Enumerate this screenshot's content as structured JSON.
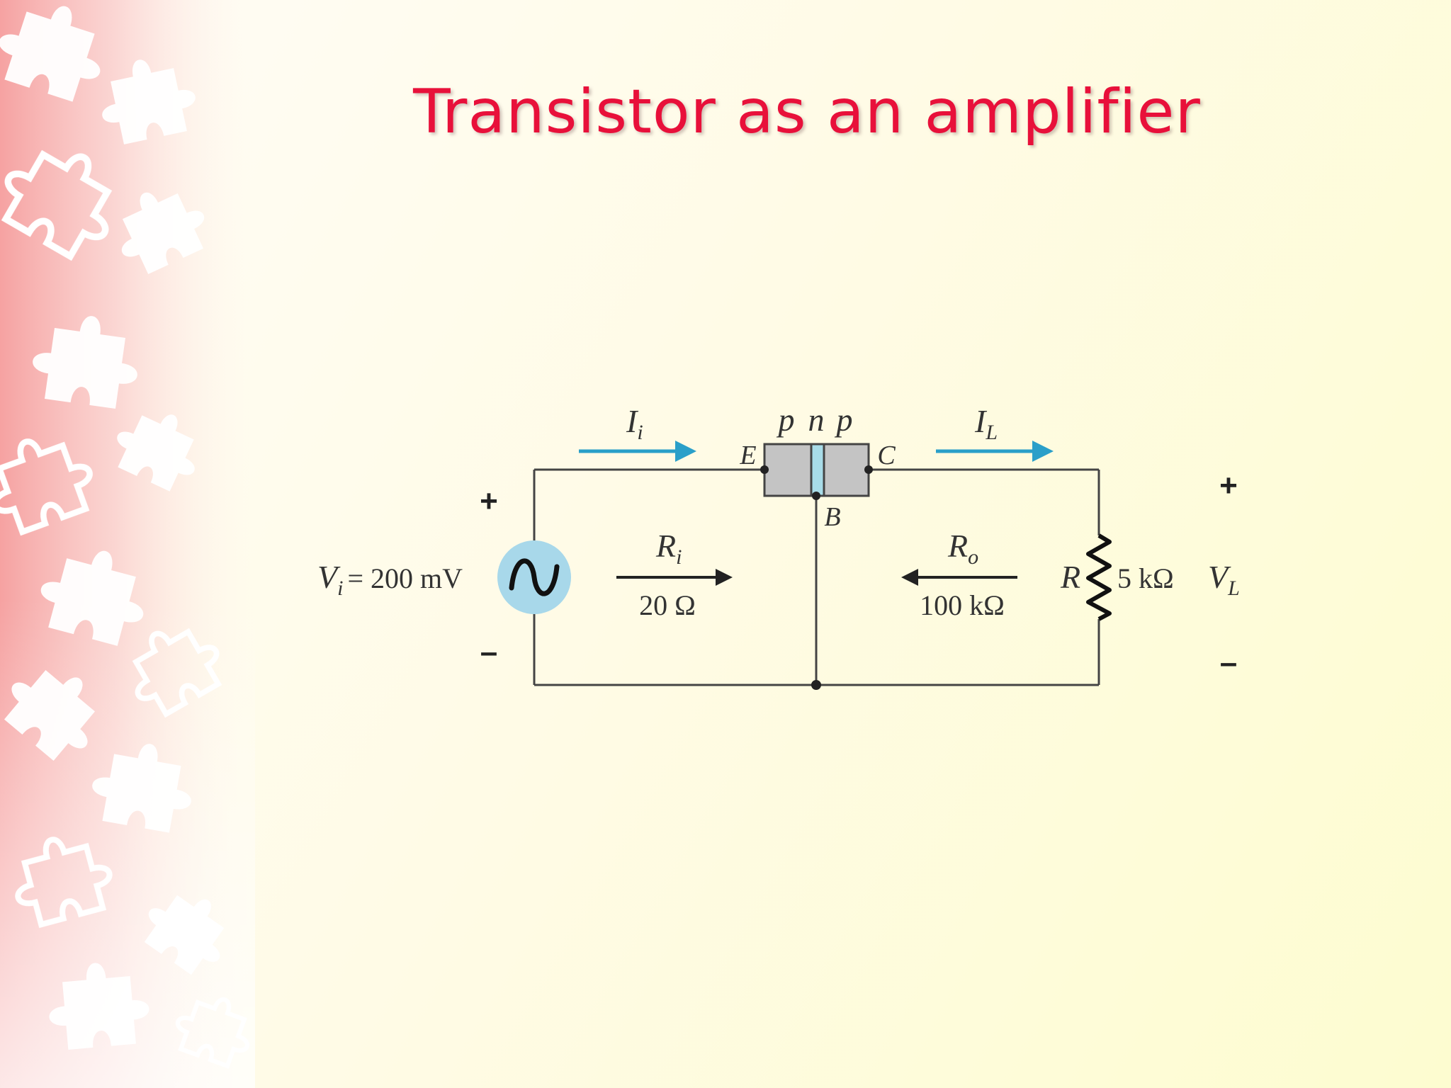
{
  "slide": {
    "title": "Transistor as an amplifier",
    "title_color": "#e8103a",
    "sidebar_color": "#f7a8a8"
  },
  "circuit": {
    "transistor_type": [
      "p",
      "n",
      "p"
    ],
    "terminals": {
      "emitter": "E",
      "base": "B",
      "collector": "C"
    },
    "input_current": {
      "symbol": "I",
      "subscript": "i"
    },
    "load_current": {
      "symbol": "I",
      "subscript": "L"
    },
    "source": {
      "symbol": "V",
      "subscript": "i",
      "value": "= 200  mV",
      "icon": "ac-source-icon"
    },
    "input_resistance": {
      "symbol": "R",
      "subscript": "i",
      "value": "20 Ω"
    },
    "output_resistance": {
      "symbol": "R",
      "subscript": "o",
      "value": "100 kΩ"
    },
    "load_resistor": {
      "symbol": "R",
      "value": "5 kΩ"
    },
    "load_voltage": {
      "symbol": "V",
      "subscript": "L"
    },
    "plus_sign": "+",
    "minus_sign": "–",
    "arrow_color": "#2a9fc9",
    "source_color": "#a8d8ea",
    "transistor_fill": "#c4c4c4",
    "base_fill": "#a8dce8"
  }
}
